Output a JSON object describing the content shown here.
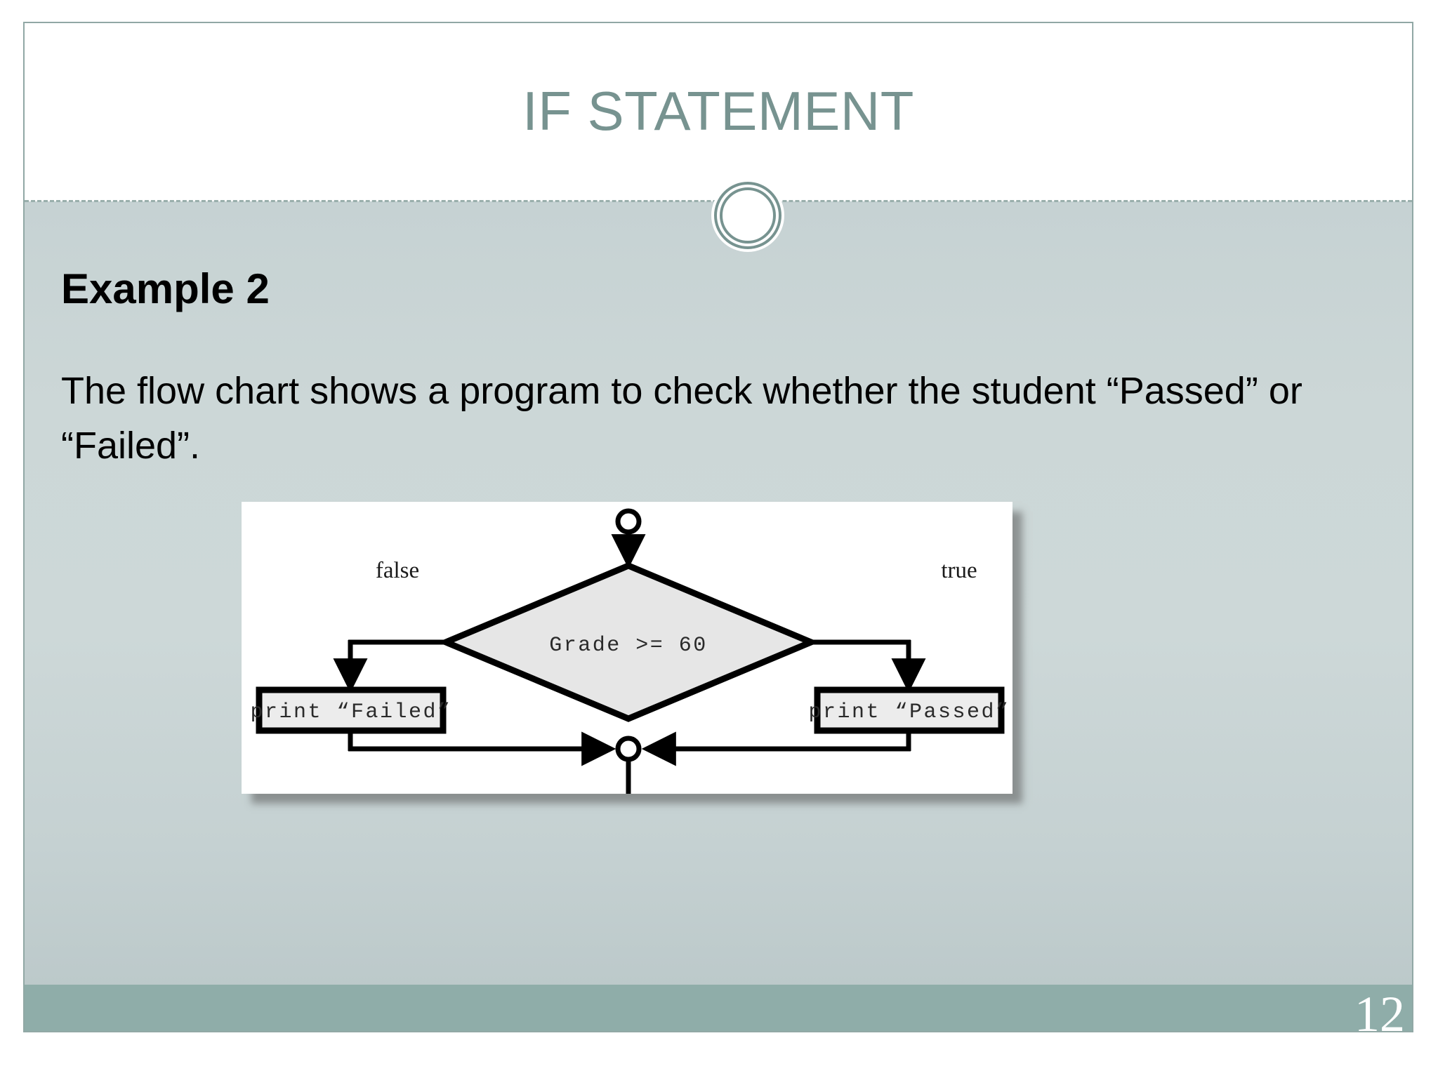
{
  "slide": {
    "title": "IF STATEMENT",
    "page_number": "12",
    "accent_color": "#779390",
    "footer_color": "#8fada9",
    "body_bg_color": "#ccd7d7",
    "title_color": "#779390"
  },
  "content": {
    "heading": "Example 2",
    "paragraph": "The flow chart shows a program to check whether the student “Passed” or “Failed”."
  },
  "chart_data": {
    "type": "diagram",
    "title": "If statement flow chart",
    "diagram_kind": "flowchart",
    "nodes": [
      {
        "id": "start",
        "kind": "connector-circle",
        "label": ""
      },
      {
        "id": "decision",
        "kind": "diamond",
        "label": "Grade >= 60"
      },
      {
        "id": "failed",
        "kind": "process-box",
        "label": "print “Failed”"
      },
      {
        "id": "passed",
        "kind": "process-box",
        "label": "print “Passed”"
      },
      {
        "id": "merge",
        "kind": "connector-circle",
        "label": ""
      }
    ],
    "edges": [
      {
        "from": "start",
        "to": "decision",
        "label": ""
      },
      {
        "from": "decision",
        "to": "failed",
        "label": "false"
      },
      {
        "from": "decision",
        "to": "passed",
        "label": "true"
      },
      {
        "from": "failed",
        "to": "merge",
        "label": ""
      },
      {
        "from": "passed",
        "to": "merge",
        "label": ""
      }
    ],
    "labels": {
      "false_branch": "false",
      "true_branch": "true",
      "condition": "Grade >= 60",
      "false_action": "print “Failed”",
      "true_action": "print “Passed”"
    },
    "colors": {
      "stroke": "#000000",
      "diamond_fill": "#e6e6e6",
      "box_fill": "#ececec",
      "canvas": "#ffffff"
    }
  }
}
